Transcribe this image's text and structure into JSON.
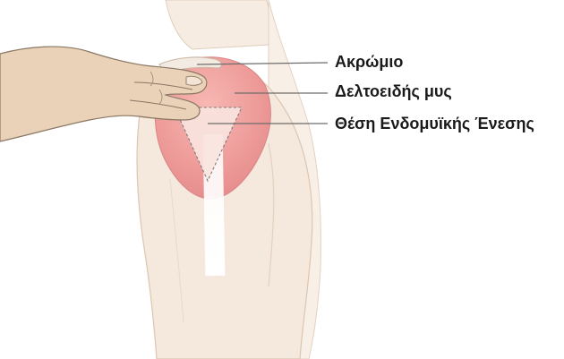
{
  "labels": {
    "acromion": "Ακρώμιο",
    "deltoid": "Δελτοειδής μυς",
    "injection_site": "Θέση Ενδομυϊκής Ένεσης"
  },
  "colors": {
    "skin": "#f4e7da",
    "skin_outline": "#d9c3ae",
    "muscle": "#ef9c9c",
    "muscle_light": "#f6c2bf",
    "injection_triangle": "#f6dcd6",
    "finger_skin": "#e9d0b6",
    "finger_outline": "#8a7764",
    "leader_line": "#6d6d6d",
    "label_text": "#1a1a1a"
  }
}
